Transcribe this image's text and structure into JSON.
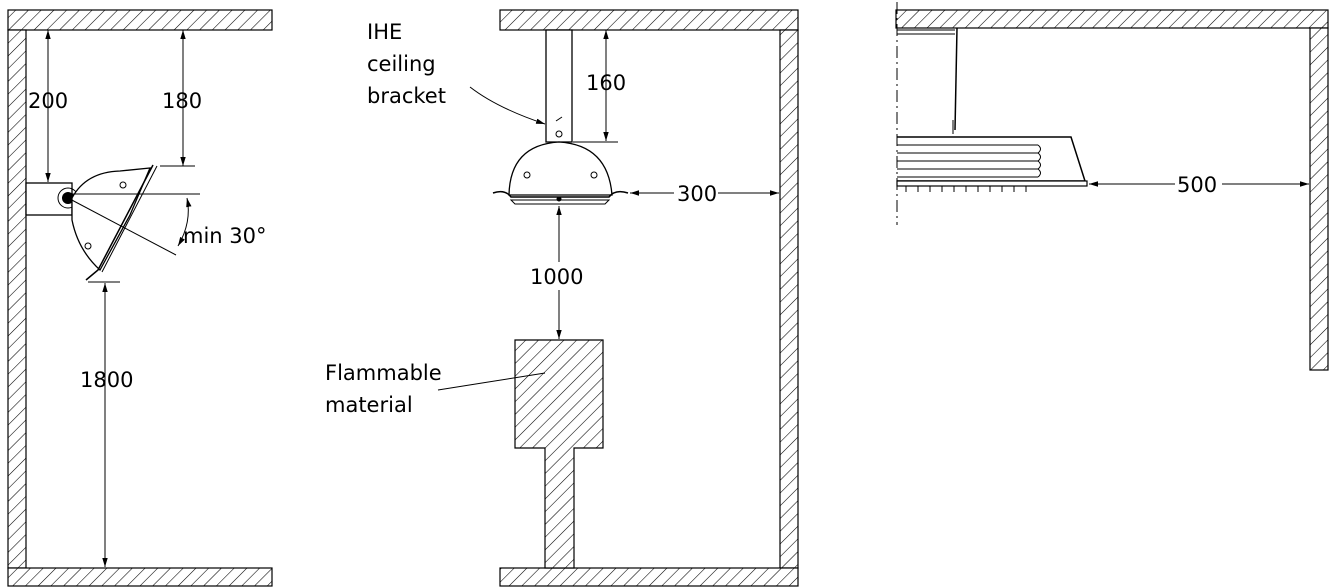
{
  "diagram": {
    "left": {
      "dim_ceiling_to_bracket": "200",
      "dim_ceiling_to_heater": "180",
      "tilt_label": "min 30°",
      "dim_floor_height": "1800"
    },
    "middle": {
      "bracket_label_line1": "IHE",
      "bracket_label_line2": "ceiling",
      "bracket_label_line3": "bracket",
      "dim_bracket_length": "160",
      "dim_side_clearance": "300",
      "dim_flammable_clearance": "1000",
      "flammable_label_line1": "Flammable",
      "flammable_label_line2": "material"
    },
    "right": {
      "dim_front_clearance": "500"
    }
  },
  "colors": {
    "line": "#000000",
    "background": "#ffffff"
  }
}
